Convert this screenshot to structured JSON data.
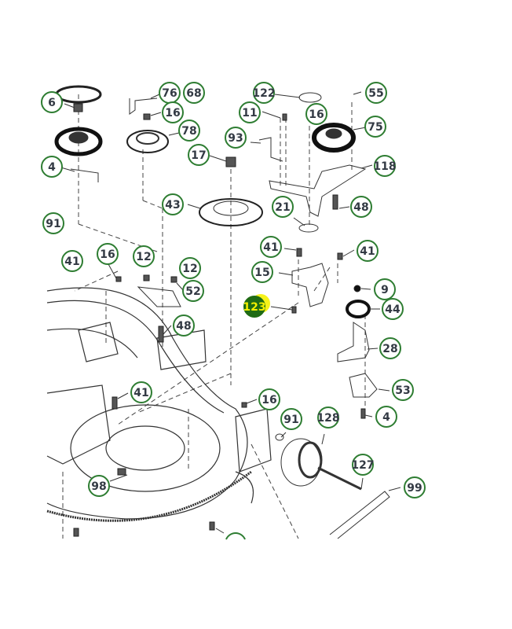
{
  "diagram": {
    "title": "Mower deck parts diagram",
    "colors": {
      "callout_ring": "#2e7d32",
      "callout_text": "#333a44",
      "line": "#333333",
      "highlight_fill": "#1f6b14",
      "highlight_glow": "#f6f21a",
      "highlight_text": "#f4f000"
    },
    "highlighted_callout": "123",
    "callouts": [
      {
        "id": "c6",
        "label": "6"
      },
      {
        "id": "c76",
        "label": "76"
      },
      {
        "id": "c68",
        "label": "68"
      },
      {
        "id": "c16a",
        "label": "16"
      },
      {
        "id": "c78",
        "label": "78"
      },
      {
        "id": "c122",
        "label": "122"
      },
      {
        "id": "c11",
        "label": "11"
      },
      {
        "id": "c93",
        "label": "93"
      },
      {
        "id": "c17",
        "label": "17"
      },
      {
        "id": "c55",
        "label": "55"
      },
      {
        "id": "c16b",
        "label": "16"
      },
      {
        "id": "c75",
        "label": "75"
      },
      {
        "id": "c118",
        "label": "118"
      },
      {
        "id": "c4a",
        "label": "4"
      },
      {
        "id": "c43",
        "label": "43"
      },
      {
        "id": "c21",
        "label": "21"
      },
      {
        "id": "c48a",
        "label": "48"
      },
      {
        "id": "c91a",
        "label": "91"
      },
      {
        "id": "c41a",
        "label": "41"
      },
      {
        "id": "c16c",
        "label": "16"
      },
      {
        "id": "c12a",
        "label": "12"
      },
      {
        "id": "c12b",
        "label": "12"
      },
      {
        "id": "c52",
        "label": "52"
      },
      {
        "id": "c41b",
        "label": "41"
      },
      {
        "id": "c41c",
        "label": "41"
      },
      {
        "id": "c15",
        "label": "15"
      },
      {
        "id": "c9",
        "label": "9"
      },
      {
        "id": "c123",
        "label": "123"
      },
      {
        "id": "c44",
        "label": "44"
      },
      {
        "id": "c48b",
        "label": "48"
      },
      {
        "id": "c28",
        "label": "28"
      },
      {
        "id": "c41d",
        "label": "41"
      },
      {
        "id": "c53",
        "label": "53"
      },
      {
        "id": "c16d",
        "label": "16"
      },
      {
        "id": "c4b",
        "label": "4"
      },
      {
        "id": "c91b",
        "label": "91"
      },
      {
        "id": "c128",
        "label": "128"
      },
      {
        "id": "c127",
        "label": "127"
      },
      {
        "id": "c98",
        "label": "98"
      },
      {
        "id": "c99",
        "label": "99"
      }
    ]
  }
}
